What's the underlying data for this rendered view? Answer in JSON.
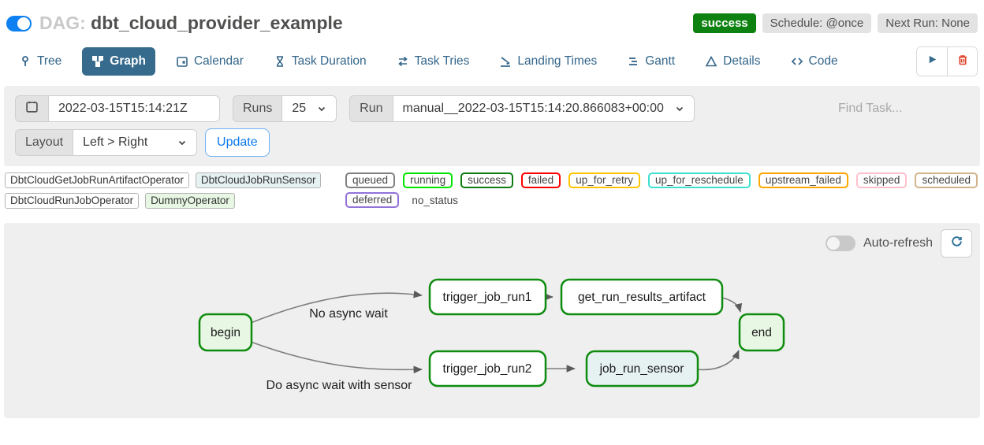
{
  "header": {
    "toggle_on": true,
    "dag_prefix": "DAG:",
    "dag_title": "dbt_cloud_provider_example",
    "status_badge": "success",
    "schedule_badge": "Schedule: @once",
    "next_run_badge": "Next Run: None"
  },
  "tabs": [
    {
      "label": "Tree",
      "icon": "tree-icon"
    },
    {
      "label": "Graph",
      "icon": "graph-icon",
      "active": true
    },
    {
      "label": "Calendar",
      "icon": "calendar-icon"
    },
    {
      "label": "Task Duration",
      "icon": "hourglass-icon"
    },
    {
      "label": "Task Tries",
      "icon": "repeat-icon"
    },
    {
      "label": "Landing Times",
      "icon": "plane-landing-icon"
    },
    {
      "label": "Gantt",
      "icon": "gantt-icon"
    },
    {
      "label": "Details",
      "icon": "triangle-icon"
    },
    {
      "label": "Code",
      "icon": "code-icon"
    }
  ],
  "toolbar": {
    "date_value": "2022-03-15T15:14:21Z",
    "runs_label": "Runs",
    "runs_value": "25",
    "run_label": "Run",
    "run_value": "manual__2022-03-15T15:14:20.866083+00:00",
    "find_task_placeholder": "Find Task...",
    "layout_label": "Layout",
    "layout_value": "Left > Right",
    "update_label": "Update"
  },
  "legend": {
    "operators": [
      {
        "label": "DbtCloudGetJobRunArtifactOperator",
        "fill": "#ffffff"
      },
      {
        "label": "DbtCloudJobRunSensor",
        "fill": "#e6f1f2"
      },
      {
        "label": "DbtCloudRunJobOperator",
        "fill": "#ffffff"
      },
      {
        "label": "DummyOperator",
        "fill": "#e8f7e4"
      }
    ],
    "statuses": [
      {
        "label": "queued",
        "color": "#808080"
      },
      {
        "label": "running",
        "color": "#00e400"
      },
      {
        "label": "success",
        "color": "#0e7c12"
      },
      {
        "label": "failed",
        "color": "#ff0000"
      },
      {
        "label": "up_for_retry",
        "color": "#ffc400"
      },
      {
        "label": "up_for_reschedule",
        "color": "#40e0d0"
      },
      {
        "label": "upstream_failed",
        "color": "#ffa500"
      },
      {
        "label": "skipped",
        "color": "#ffc0cb"
      },
      {
        "label": "scheduled",
        "color": "#d2b48c"
      },
      {
        "label": "deferred",
        "color": "#9370db"
      }
    ],
    "no_status_label": "no_status"
  },
  "graph_panel": {
    "auto_refresh_label": "Auto-refresh",
    "auto_refresh_on": false
  },
  "graph": {
    "nodes": [
      {
        "id": "begin",
        "label": "begin",
        "fill": "#e8f7e4",
        "border": "#0f8c0f"
      },
      {
        "id": "trigger_job_run1",
        "label": "trigger_job_run1",
        "fill": "#ffffff",
        "border": "#0f8c0f"
      },
      {
        "id": "get_run_results_artifact",
        "label": "get_run_results_artifact",
        "fill": "#ffffff",
        "border": "#0f8c0f"
      },
      {
        "id": "trigger_job_run2",
        "label": "trigger_job_run2",
        "fill": "#ffffff",
        "border": "#0f8c0f"
      },
      {
        "id": "job_run_sensor",
        "label": "job_run_sensor",
        "fill": "#e6f1f2",
        "border": "#0f8c0f"
      },
      {
        "id": "end",
        "label": "end",
        "fill": "#e8f7e4",
        "border": "#0f8c0f"
      }
    ],
    "edges": [
      {
        "from": "begin",
        "to": "trigger_job_run1",
        "label": "No async wait"
      },
      {
        "from": "begin",
        "to": "trigger_job_run2",
        "label": "Do async wait with sensor"
      },
      {
        "from": "trigger_job_run1",
        "to": "get_run_results_artifact",
        "label": ""
      },
      {
        "from": "trigger_job_run2",
        "to": "job_run_sensor",
        "label": ""
      },
      {
        "from": "get_run_results_artifact",
        "to": "end",
        "label": ""
      },
      {
        "from": "job_run_sensor",
        "to": "end",
        "label": ""
      }
    ],
    "edge_labels": {
      "top": "No async wait",
      "bottom": "Do async wait with sensor"
    }
  }
}
